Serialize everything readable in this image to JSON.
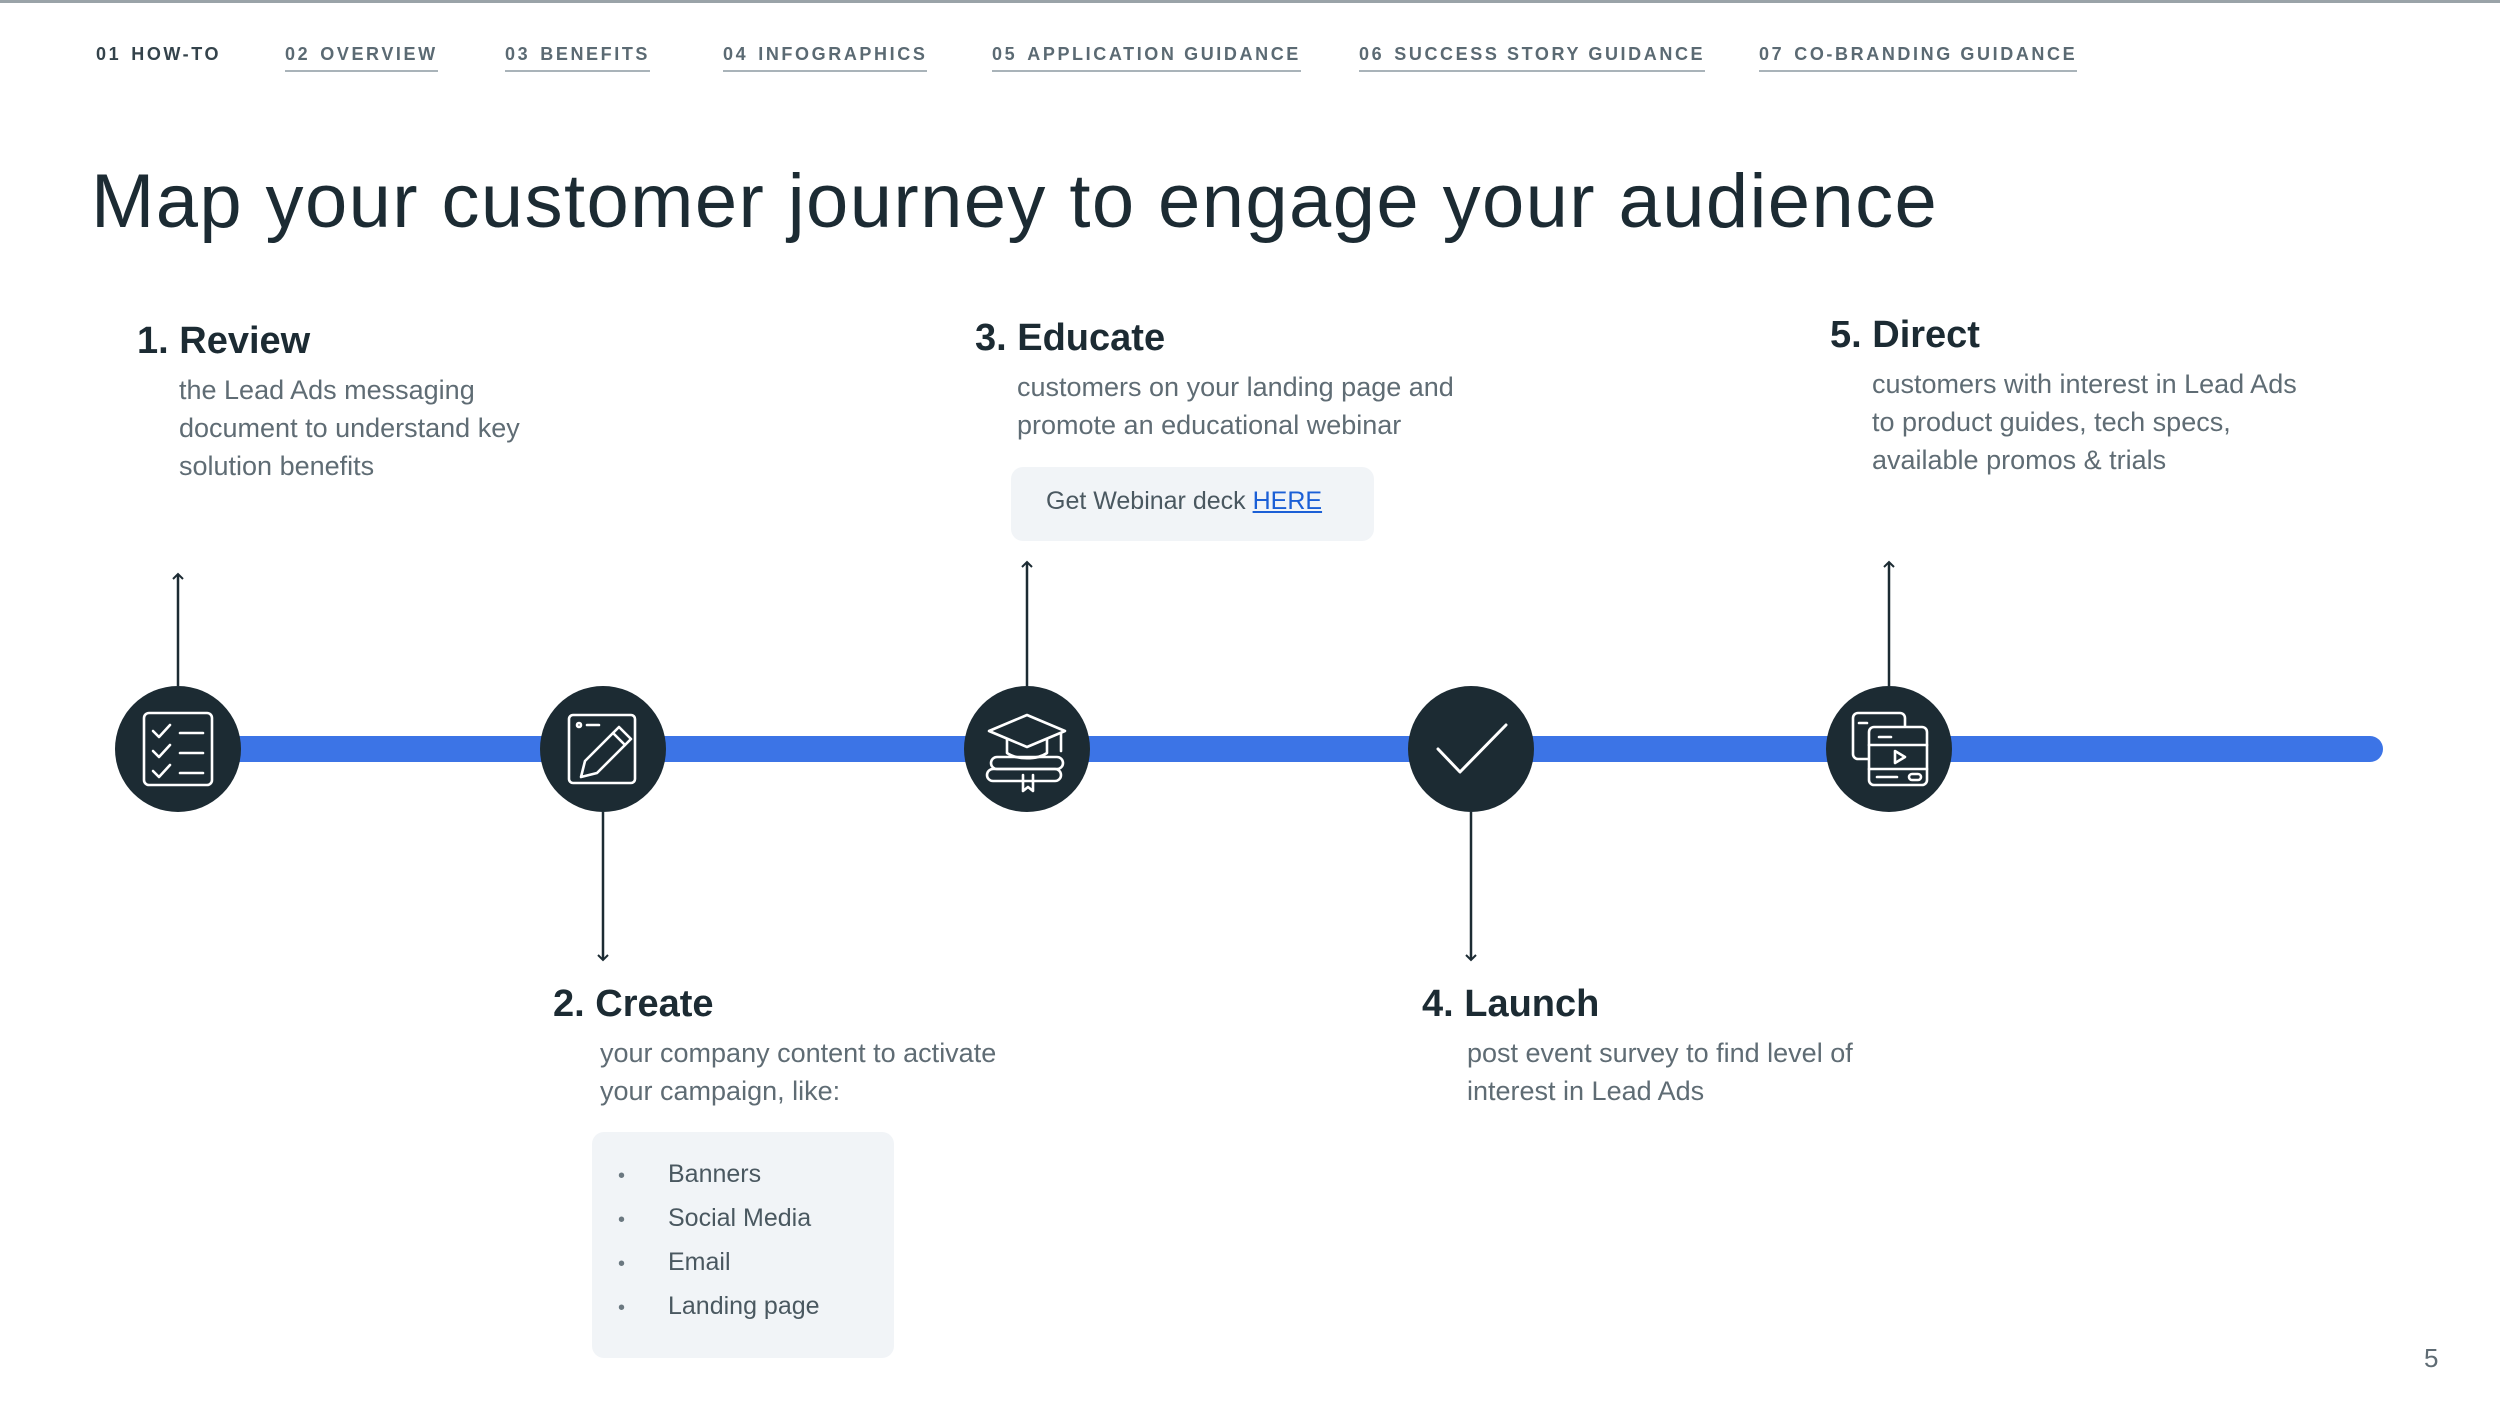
{
  "nav": [
    {
      "num": "01",
      "label": "HOW-TO",
      "current": true
    },
    {
      "num": "02",
      "label": "OVERVIEW",
      "current": false
    },
    {
      "num": "03",
      "label": "BENEFITS",
      "current": false
    },
    {
      "num": "04",
      "label": "INFOGRAPHICS",
      "current": false
    },
    {
      "num": "05",
      "label": "APPLICATION GUIDANCE",
      "current": false
    },
    {
      "num": "06",
      "label": "SUCCESS STORY GUIDANCE",
      "current": false
    },
    {
      "num": "07",
      "label": "CO-BRANDING GUIDANCE",
      "current": false
    }
  ],
  "title": "Map your customer journey to engage your audience",
  "steps": [
    {
      "title": "1. Review",
      "desc": [
        "the Lead Ads messaging",
        "document to understand key",
        "solution benefits"
      ],
      "icon": "checklist-icon"
    },
    {
      "title": "2. Create",
      "desc": [
        "your company content to activate",
        "your campaign, like:"
      ],
      "icon": "edit-document-icon"
    },
    {
      "title": "3. Educate",
      "desc": [
        "customers on your landing page and",
        "promote an educational webinar"
      ],
      "icon": "graduation-cap-icon"
    },
    {
      "title": "4. Launch",
      "desc": [
        "post event survey to find level of",
        "interest in Lead Ads"
      ],
      "icon": "checkmark-icon"
    },
    {
      "title": "5. Direct",
      "desc": [
        "customers with interest in Lead Ads",
        "to product guides, tech specs,",
        "available promos & trials"
      ],
      "icon": "browser-windows-icon"
    }
  ],
  "webinar": {
    "prefix": "Get Webinar deck ",
    "link": "HERE"
  },
  "content_list": [
    "Banners",
    "Social Media",
    "Email",
    "Landing page"
  ],
  "page_number": "5",
  "colors": {
    "accent": "#3c74e6",
    "node": "#1c2b33",
    "text": "#1c2b33",
    "muted": "#5f6c74",
    "callout_bg": "#f1f4f7",
    "link": "#1b5fd6"
  }
}
